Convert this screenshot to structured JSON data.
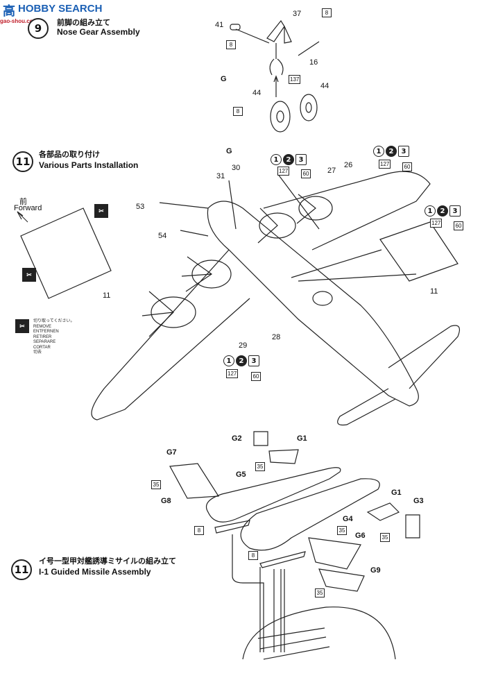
{
  "watermark": {
    "title": "HOBBY SEARCH",
    "logo_text": "高",
    "sub": "gao-shou.com"
  },
  "step9": {
    "number": "9",
    "jp": "前脚の組み立て",
    "en": "Nose Gear Assembly"
  },
  "step11a": {
    "number": "11",
    "jp": "各部品の取り付け",
    "en": "Various Parts Installation"
  },
  "step11b": {
    "number": "11",
    "jp": "イ号一型甲対艦誘導ミサイルの組み立て",
    "en": "I-1 Guided Missile Assembly"
  },
  "forward": {
    "jp": "前",
    "en": "Forward"
  },
  "remove": [
    "切り取ってください。",
    "REMOVE",
    "ENTFERNEN",
    "RETIRER",
    "SEPARARE",
    "CORTAR",
    "切去"
  ],
  "paint": {
    "c1": "1",
    "c2": "2",
    "c3": "3",
    "n127": "127",
    "n60": "60",
    "n137": "137",
    "n8": "8",
    "n35": "35"
  },
  "parts": {
    "p37": "37",
    "p41": "41",
    "p16": "16",
    "p44a": "44",
    "p44b": "44",
    "pG": "G",
    "pG2": "G",
    "p30": "30",
    "p31": "31",
    "p27": "27",
    "p26": "26",
    "p53": "53",
    "p54": "54",
    "p11a": "11",
    "p11b": "11",
    "p29": "29",
    "p28": "28",
    "G1a": "G1",
    "G2": "G2",
    "G7": "G7",
    "G5": "G5",
    "G8": "G8",
    "G4": "G4",
    "G1b": "G1",
    "G3": "G3",
    "G6": "G6",
    "G9": "G9"
  }
}
